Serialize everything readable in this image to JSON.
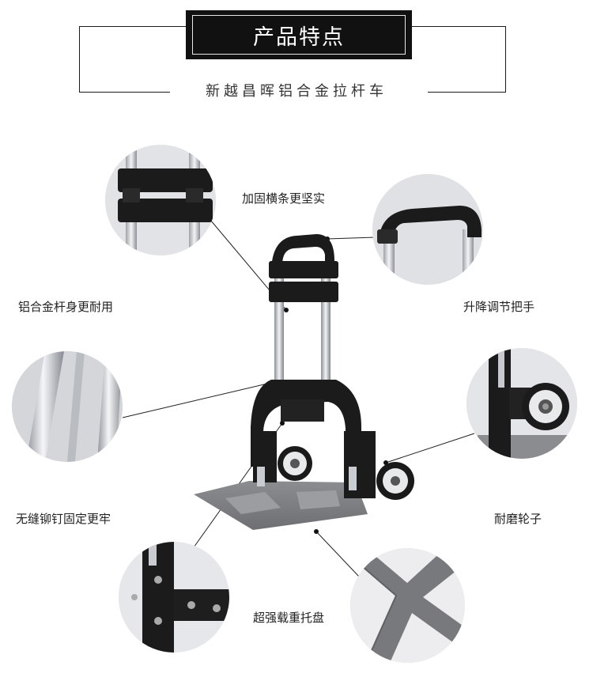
{
  "header": {
    "title": "产品特点",
    "subtitle": "新越昌晖铝合金拉杆车"
  },
  "features": {
    "crossbar": "加固横条更坚实",
    "frame": "铝合金杆身更耐用",
    "handle": "升降调节把手",
    "rivets": "无缝铆钉固定更牢",
    "wheels": "耐磨轮子",
    "tray": "超强载重托盘"
  },
  "icons": {
    "crossbar_detail": "crossbar-detail-icon",
    "handle_detail": "handle-detail-icon",
    "frame_detail": "aluminum-rod-detail-icon",
    "wheel_detail": "wheel-detail-icon",
    "rivet_detail": "rivet-detail-icon",
    "tray_detail": "tray-detail-icon"
  },
  "colors": {
    "header_bg": "#111111",
    "text": "#222222",
    "frame_black": "#1b1b1b",
    "aluminum": "#c9ccd1",
    "tray_gray": "#7b7d80"
  }
}
